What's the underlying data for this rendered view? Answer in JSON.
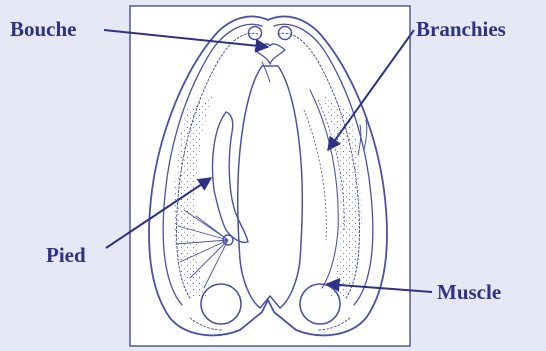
{
  "labels": {
    "mouth": "Bouche",
    "gills": "Branchies",
    "foot": "Pied",
    "muscle": "Muscle"
  },
  "colors": {
    "background": "#e6e8f6",
    "label_text": "#2e3184",
    "arrow": "#2e3184",
    "drawing_ink": "#4a52a8",
    "frame": "#2e3184",
    "panel": "#ffffff"
  }
}
